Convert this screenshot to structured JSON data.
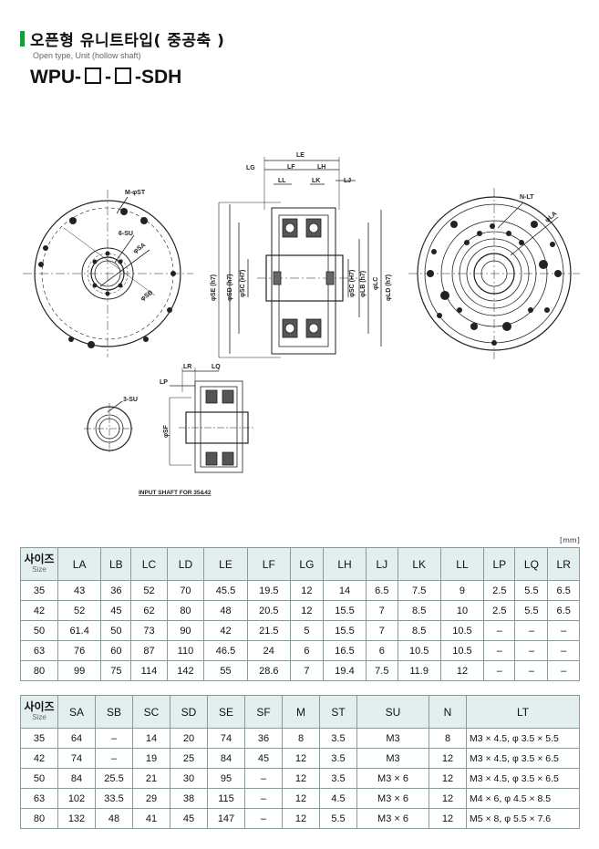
{
  "header": {
    "title_ko": "오픈형 유니트타입( 중공축 )",
    "title_en": "Open type, Unit (hollow shaft)",
    "model_a": "WPU-",
    "model_sep": "-",
    "model_suffix": "-SDH"
  },
  "drawing": {
    "labels": {
      "le": "LE",
      "lg": "LG",
      "lf": "LF",
      "lh": "LH",
      "lj": "LJ",
      "ll": "LL",
      "lk": "LK",
      "m_st": "M-φST",
      "six_su": "6-SU",
      "sa": "φSA",
      "sb": "φSB",
      "se": "φSE (h7)",
      "sd": "φSD (h7)",
      "sc_left": "φSC (H7)",
      "sc_right": "φSC (H7)",
      "lb": "φLB (h7)",
      "lc": "φLC",
      "ld": "φLD (h7)",
      "n_lt": "N-LT",
      "la": "φLA",
      "lr": "LR",
      "lq": "LQ",
      "lp": "LP",
      "three_su": "3-SU",
      "sf": "φSF",
      "input_shaft": "INPUT SHAFT FOR 35&42"
    }
  },
  "unit": "[mm]",
  "table1": {
    "size_ko": "사이즈",
    "size_en": "Size",
    "headers": [
      "LA",
      "LB",
      "LC",
      "LD",
      "LE",
      "LF",
      "LG",
      "LH",
      "LJ",
      "LK",
      "LL",
      "LP",
      "LQ",
      "LR"
    ],
    "rows": [
      [
        "35",
        "43",
        "36",
        "52",
        "70",
        "45.5",
        "19.5",
        "12",
        "14",
        "6.5",
        "7.5",
        "9",
        "2.5",
        "5.5",
        "6.5"
      ],
      [
        "42",
        "52",
        "45",
        "62",
        "80",
        "48",
        "20.5",
        "12",
        "15.5",
        "7",
        "8.5",
        "10",
        "2.5",
        "5.5",
        "6.5"
      ],
      [
        "50",
        "61.4",
        "50",
        "73",
        "90",
        "42",
        "21.5",
        "5",
        "15.5",
        "7",
        "8.5",
        "10.5",
        "–",
        "–",
        "–"
      ],
      [
        "63",
        "76",
        "60",
        "87",
        "110",
        "46.5",
        "24",
        "6",
        "16.5",
        "6",
        "10.5",
        "10.5",
        "–",
        "–",
        "–"
      ],
      [
        "80",
        "99",
        "75",
        "114",
        "142",
        "55",
        "28.6",
        "7",
        "19.4",
        "7.5",
        "11.9",
        "12",
        "–",
        "–",
        "–"
      ]
    ]
  },
  "table2": {
    "size_ko": "사이즈",
    "size_en": "Size",
    "headers": [
      "SA",
      "SB",
      "SC",
      "SD",
      "SE",
      "SF",
      "M",
      "ST",
      "SU",
      "N",
      "LT"
    ],
    "rows": [
      [
        "35",
        "64",
        "–",
        "14",
        "20",
        "74",
        "36",
        "8",
        "3.5",
        "M3",
        "8",
        "M3 × 4.5, φ 3.5 × 5.5"
      ],
      [
        "42",
        "74",
        "–",
        "19",
        "25",
        "84",
        "45",
        "12",
        "3.5",
        "M3",
        "12",
        "M3 × 4.5, φ 3.5 × 6.5"
      ],
      [
        "50",
        "84",
        "25.5",
        "21",
        "30",
        "95",
        "–",
        "12",
        "3.5",
        "M3 × 6",
        "12",
        "M3 × 4.5, φ 3.5 × 6.5"
      ],
      [
        "63",
        "102",
        "33.5",
        "29",
        "38",
        "115",
        "–",
        "12",
        "4.5",
        "M3 × 6",
        "12",
        "M4 × 6, φ 4.5 × 8.5"
      ],
      [
        "80",
        "132",
        "48",
        "41",
        "45",
        "147",
        "–",
        "12",
        "5.5",
        "M3 × 6",
        "12",
        "M5 × 8, φ 5.5 × 7.6"
      ]
    ]
  }
}
